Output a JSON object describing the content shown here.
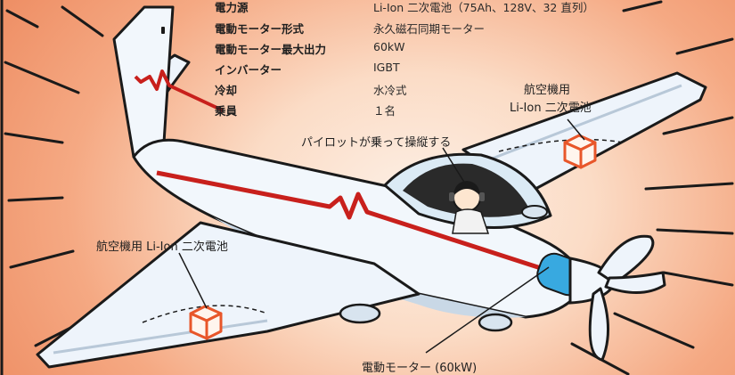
{
  "specs": [
    {
      "label": "電力源",
      "value": "Li-Ion 二次電池（75Ah、128V、32 直列）"
    },
    {
      "label": "電動モーター形式",
      "value": "永久磁石同期モーター"
    },
    {
      "label": "電動モーター最大出力",
      "value": "60kW"
    },
    {
      "label": "インバーター",
      "value": "IGBT"
    },
    {
      "label": "冷却",
      "value": "水冷式"
    },
    {
      "label": "乗員",
      "value": "１名"
    }
  ],
  "callouts": {
    "battery_right_line1": "航空機用",
    "battery_right_line2": "Li-Ion 二次電池",
    "pilot": "パイロットが乗って操縦する",
    "battery_left": "航空機用 Li-Ion 二次電池",
    "motor": "電動モーター (60kW)"
  },
  "colors": {
    "background_center": "#fdf0e6",
    "background_edge": "#ee8e64",
    "fuselage": "#f2f7fc",
    "stripe": "#c8201c",
    "battery": "#e8562a",
    "motor": "#38a9e0"
  }
}
